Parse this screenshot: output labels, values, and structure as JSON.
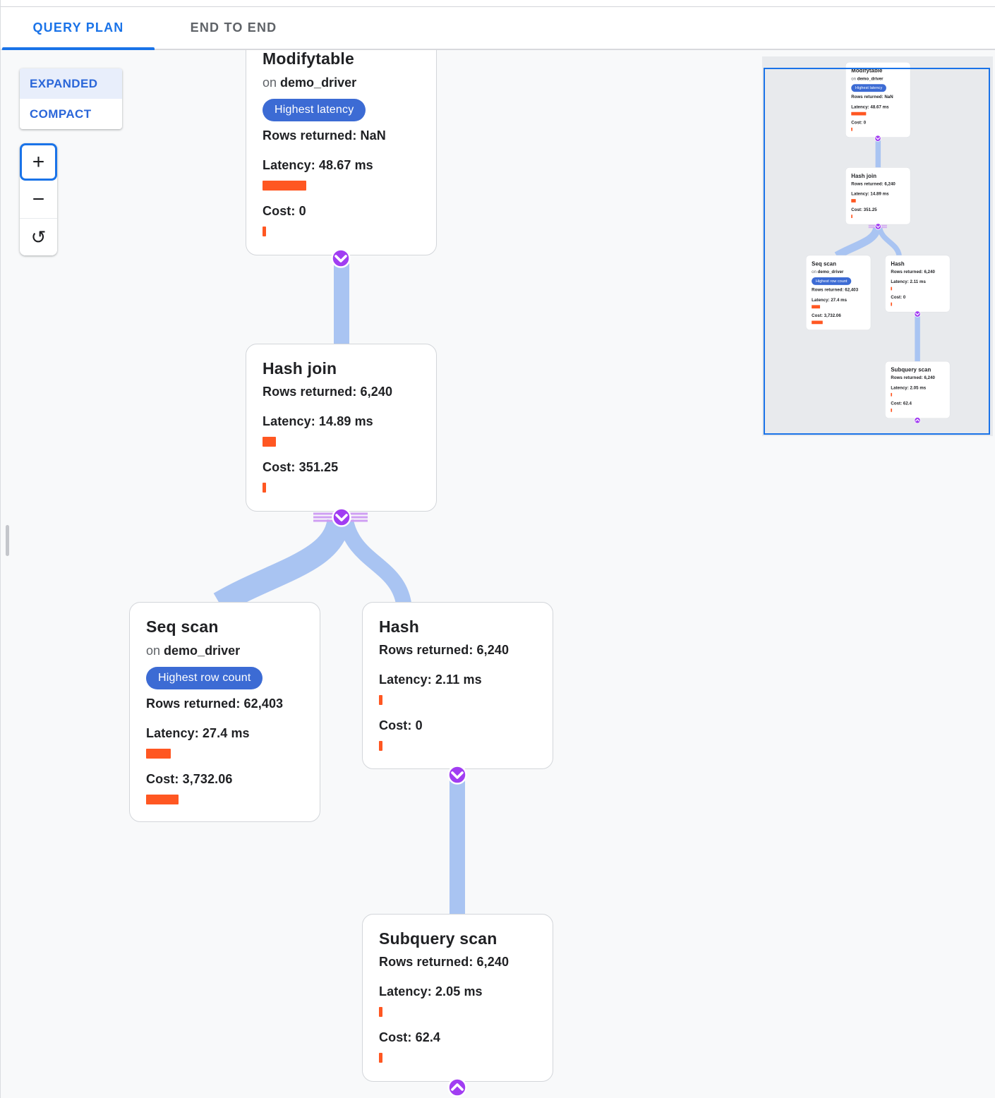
{
  "tabs": {
    "query_plan": "QUERY PLAN",
    "end_to_end": "END TO END"
  },
  "view_toggle": {
    "expanded": "EXPANDED",
    "compact": "COMPACT"
  },
  "zoom_controls": {
    "zoom_in": "+",
    "zoom_out": "−",
    "reset": "↺"
  },
  "colors": {
    "accent_blue": "#1a73e8",
    "badge_blue": "#3c6bd4",
    "bar_orange": "#ff5722",
    "edge_blue": "#a9c4f2",
    "connector_purple": "#a13df2",
    "connector_lavender": "#cf9ff3"
  },
  "nodes": [
    {
      "id": "modifytable",
      "title": "Modifytable",
      "on_prefix": "on",
      "table": "demo_driver",
      "badge": "Highest latency",
      "rows_text": "Rows returned: NaN",
      "latency_text": "Latency: 48.67 ms",
      "latency_ms": 48.67,
      "cost_text": "Cost: 0",
      "cost": 0
    },
    {
      "id": "hash-join",
      "title": "Hash join",
      "rows_text": "Rows returned: 6,240",
      "latency_text": "Latency: 14.89 ms",
      "latency_ms": 14.89,
      "cost_text": "Cost: 351.25",
      "cost": 351.25
    },
    {
      "id": "seq-scan",
      "title": "Seq scan",
      "on_prefix": "on",
      "table": "demo_driver",
      "badge": "Highest row count",
      "rows_text": "Rows returned: 62,403",
      "latency_text": "Latency: 27.4 ms",
      "latency_ms": 27.4,
      "cost_text": "Cost: 3,732.06",
      "cost": 3732.06
    },
    {
      "id": "hash",
      "title": "Hash",
      "rows_text": "Rows returned: 6,240",
      "latency_text": "Latency: 2.11 ms",
      "latency_ms": 2.11,
      "cost_text": "Cost: 0",
      "cost": 0
    },
    {
      "id": "subquery-scan",
      "title": "Subquery scan",
      "rows_text": "Rows returned: 6,240",
      "latency_text": "Latency: 2.05 ms",
      "latency_ms": 2.05,
      "cost_text": "Cost: 62.4",
      "cost": 62.4
    }
  ]
}
